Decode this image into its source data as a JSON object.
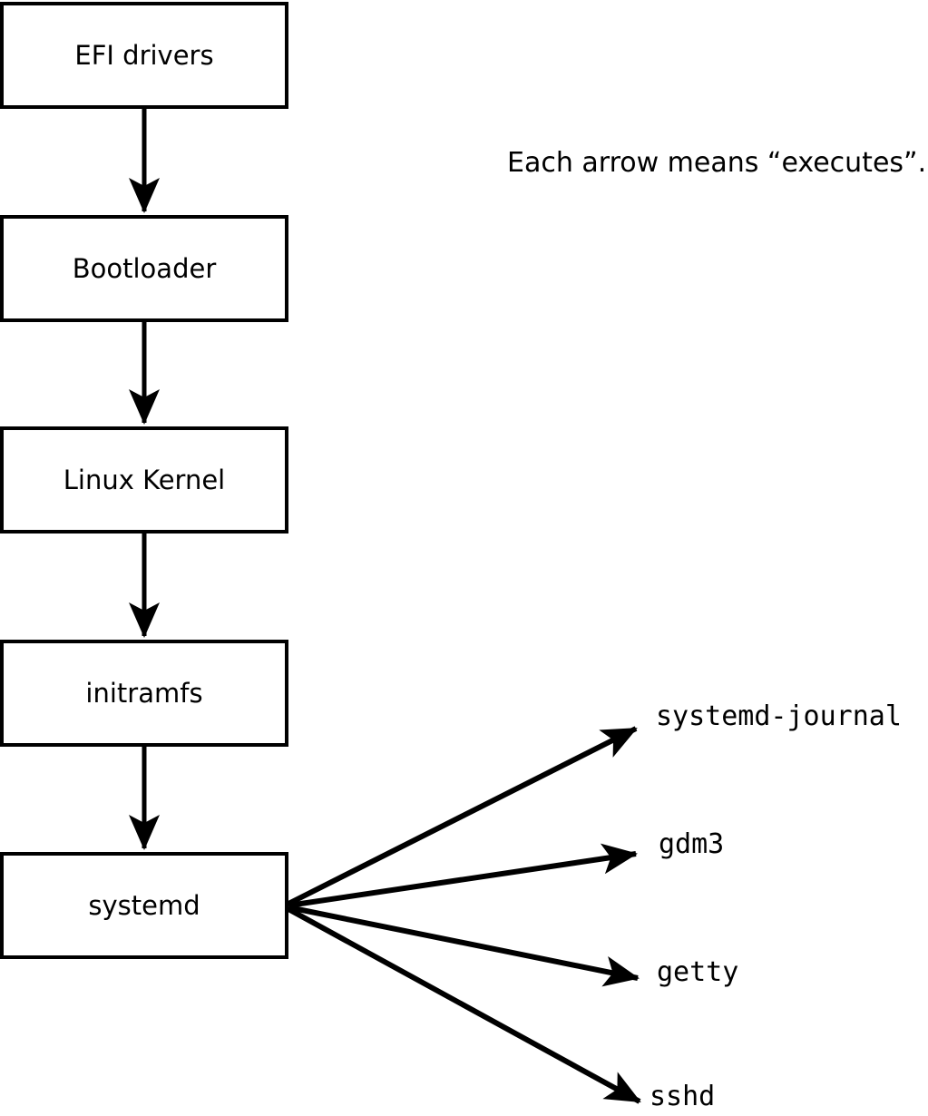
{
  "note": {
    "text": "Each arrow means “executes”."
  },
  "chain_nodes": [
    {
      "label": "EFI drivers"
    },
    {
      "label": "Bootloader"
    },
    {
      "label": "Linux Kernel"
    },
    {
      "label": "initramfs"
    },
    {
      "label": "systemd"
    }
  ],
  "spawned_processes": [
    {
      "label": "systemd-journal"
    },
    {
      "label": "gdm3"
    },
    {
      "label": "getty"
    },
    {
      "label": "sshd"
    }
  ],
  "colors": {
    "line": "#000000",
    "box_fill": "#ffffff",
    "background": "#ffffff",
    "text": "#000000"
  }
}
